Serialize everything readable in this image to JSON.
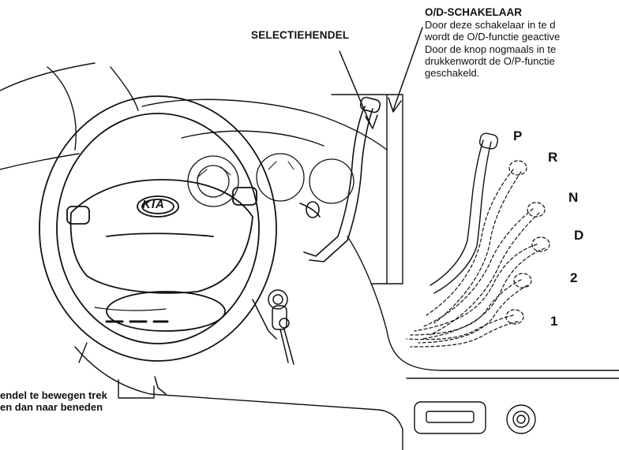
{
  "selector_label": "SELECTIEHENDEL",
  "od_switch": {
    "title": "O/D-SCHAKELAAR",
    "lines": [
      "Door deze schakelaar in te d",
      "wordt de O/D-functie geactive",
      "Door de knop nogmaals in te",
      "drukkenwordt de O/P-functie",
      "geschakeld."
    ]
  },
  "lever_note": {
    "lines": [
      "endel te bewegen trek",
      "en dan naar beneden"
    ]
  },
  "gear_positions": [
    "P",
    "R",
    "N",
    "D",
    "2",
    "1"
  ],
  "steering_logo": "KIA"
}
